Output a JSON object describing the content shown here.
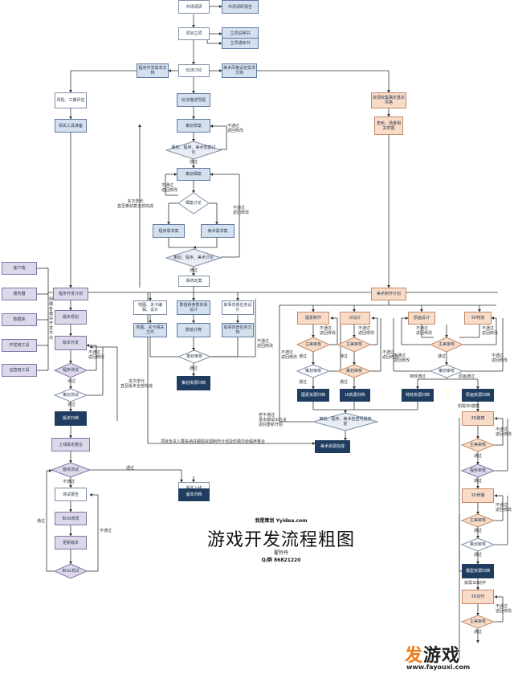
{
  "nodes": {
    "market_research": "市场调研",
    "market_report": "市场调研报告",
    "project_setup": "项目立项",
    "proposal_doc": "立项说明书",
    "setup_notice": "立项通知书",
    "gameplay_discussion": "玩法讨论",
    "program_dev_doc": "程序开发需求文档",
    "art_style_doc": "美术风格设定需求文档",
    "risk_estimate": "风险、工期评估",
    "gameplay_diagram": "玩法描述导图",
    "resource_collect": "资源收集确定基本风格",
    "tools_prep": "相关工具准备",
    "plan_draft": "策划草案",
    "color_style": "角色、场景相关草图",
    "detail_plan": "策划细案",
    "program_req": "程序需求案",
    "art_req": "美术需求案",
    "system_final": "系统定案",
    "client": "客户端",
    "server": "服务器",
    "database": "数据库",
    "dev_tools": "开发用工具",
    "ops_tools": "运营用工具",
    "program_dev_plan": "程序开发计划",
    "version_plan": "版本规划",
    "version_dev": "版本开发",
    "version_archive": "版本归档",
    "map_design": "地图、关卡编辑、设计",
    "value_design": "数值和参数体系设计",
    "story_design": "故事背景任务设计",
    "map_doc": "地图、关卡相关文件",
    "value_calc": "数值计算",
    "story_doc": "故事背景任务文档",
    "plan_archive": "策划资源归档",
    "art_plan": "美术制作计划",
    "icon_make": "图素制作",
    "ui_design": "UI设计",
    "scene_design": "原画设计",
    "model_3d": "3D特效",
    "icon_archive": "图素资源归档",
    "ui_archive": "UI资源归档",
    "effect_archive": "特效资源归档",
    "scene_archive": "原画资源归档",
    "art_complete": "美术资源完成",
    "launch_integrate": "上线版本整合",
    "full_test": "整体测试",
    "version_launch": "版本上线",
    "version_archive2": "版本归档",
    "test_report": "测试报告",
    "bug_fix": "BUG修改",
    "update_version": "更新版本",
    "model_3d_build": "3D建模",
    "rig_3d": "3D骨骼",
    "model_archive": "模型资源归档",
    "anim_3d": "3D动作"
  },
  "diamonds": {
    "plan_review": "策划、程序、美术草案讨论",
    "detail_review": "细案讨论",
    "final_review": "策划、程序、美术讨论",
    "program_test": "程序测试",
    "plan_test": "策划测试",
    "plan_check": "策划审核",
    "lead_check": "主美审核",
    "plan_check_art": "策划审核",
    "full_review": "策划、程序、美术检查问题修复",
    "test_check": "整体测试",
    "bug_test": "BUG测试",
    "lead_check_3d": "主美审核",
    "program_check": "程序审核",
    "plan_check_3d": "策划审核"
  },
  "labels": {
    "pass": "通过",
    "fail_return": "不通过\n返回修改",
    "fail": "不通过",
    "iterate_plan": "多次迭代\n直至策划案全部完成",
    "iterate_version": "多次迭代\n直至版本全部完成",
    "clarify": "明确各模块开发节点",
    "feedback_note": "项目负责人要采纳并跟踪资源制作计划及时做交给程序整合",
    "fail_note": "若不通过\n基本都是出在关\n返回重新开始",
    "model_adjust": "如需3D建模",
    "anim_adjust": "如需3D动作",
    "pass_or_fail": "特效通过",
    "scene_pass": "原画通过"
  },
  "title": {
    "subtitle": "我是策划 Yyidea.com",
    "main": "游戏开发流程粗图",
    "author": "翟钤丹",
    "contact": "Q/群 86821220"
  },
  "watermark": {
    "logo_a": "发",
    "logo_b": "游戏",
    "url": "www.fayouxi.com"
  },
  "colors": {
    "edge": "#333333",
    "navy": "#1f3d60",
    "blue": "#d5e0ee",
    "purple": "#dcd8ea",
    "peach": "#f8dcc8",
    "accent": "#ef7a1a"
  }
}
